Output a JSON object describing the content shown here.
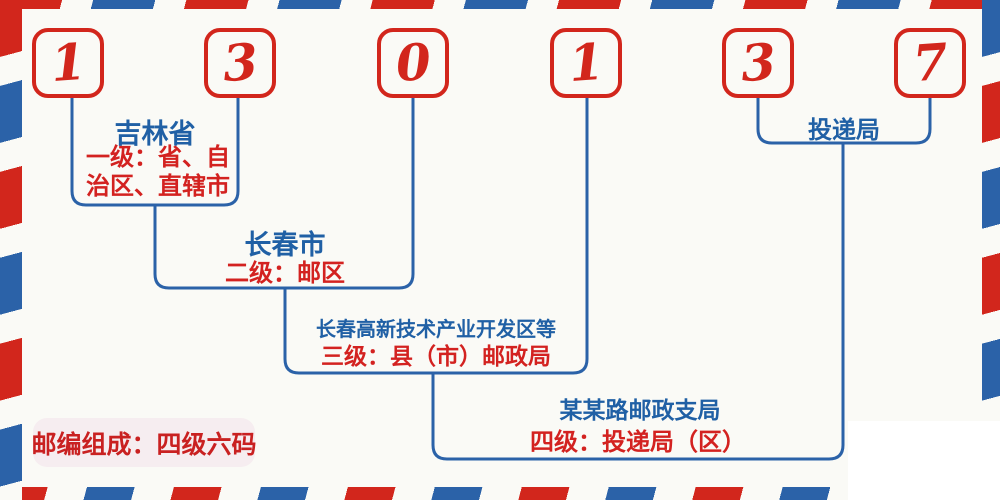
{
  "postal_code": {
    "value": "130137",
    "digits": [
      "1",
      "3",
      "0",
      "1",
      "3",
      "7"
    ]
  },
  "levels": [
    {
      "name": "吉林省",
      "desc_line1": "一级：省、自",
      "desc_line2": "治区、直辖市"
    },
    {
      "name": "长春市",
      "desc_line1": "二级：邮区"
    },
    {
      "name": "长春高新技术产业开发区等",
      "desc_line1": "三级：县（市）邮政局"
    },
    {
      "name": "某某路邮政支局",
      "desc_line1": "四级：投递局（区）"
    }
  ],
  "top_right_label": "投递局",
  "badge": {
    "text": "邮编组成：四级六码"
  },
  "colors": {
    "red": "#d2261c",
    "blue": "#2b62a8",
    "text_blue": "#2060a5",
    "text_red": "#d32220",
    "badge_bg": "#f6edf0",
    "background": "#fafaf6"
  }
}
